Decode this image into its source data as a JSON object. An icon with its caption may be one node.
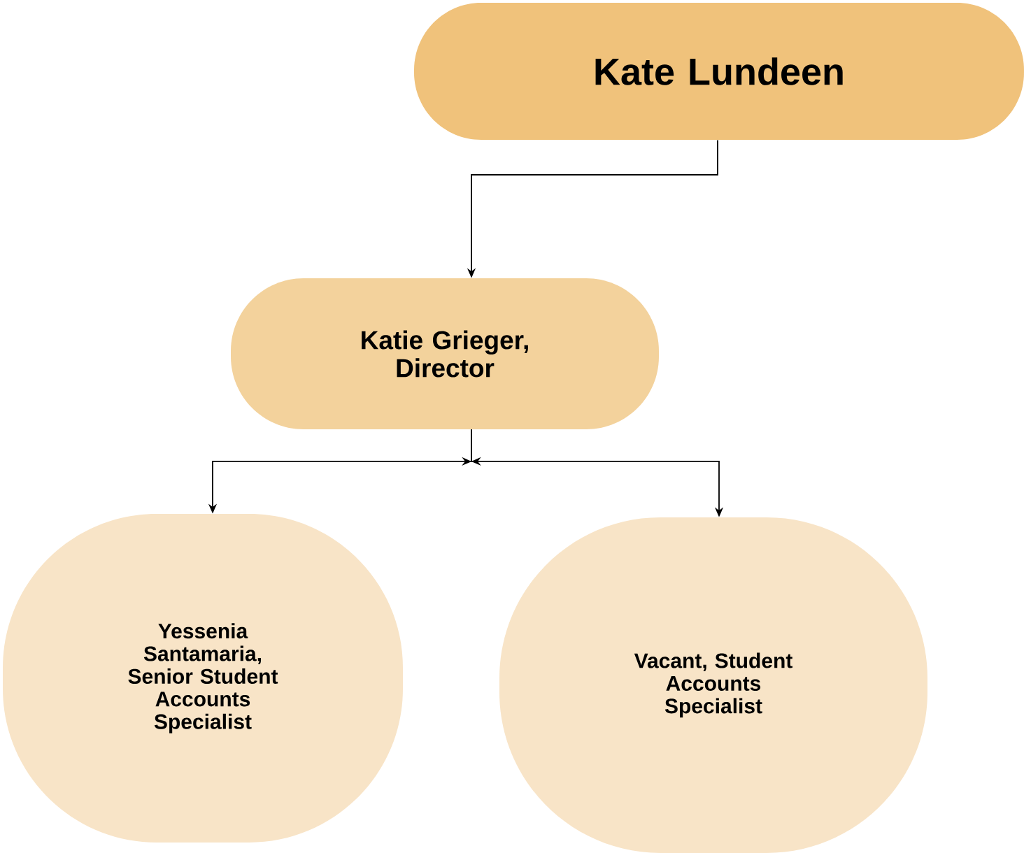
{
  "diagram": {
    "nodes": [
      {
        "text": [
          "Kate Lundeen"
        ]
      },
      {
        "text": [
          "Katie Grieger, Director"
        ]
      },
      {
        "text": [
          "Yessenia Santamaria, Senior Student Accounts Specialist"
        ]
      },
      {
        "text": [
          "Vacant, Student Accounts Specialist"
        ]
      }
    ],
    "edges": [
      {
        "from": 0,
        "to": 1,
        "arrow": "to"
      },
      {
        "from": 1,
        "to": 2,
        "arrow": "to"
      },
      {
        "from": 1,
        "to": 3,
        "arrow": "to"
      }
    ]
  }
}
